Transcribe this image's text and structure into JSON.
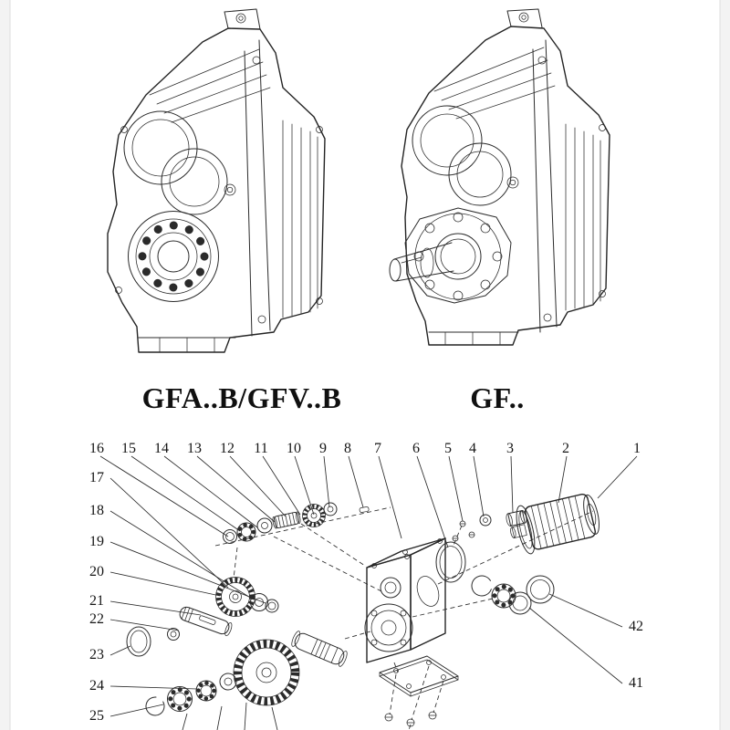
{
  "page": {
    "background": "#ffffff",
    "line_color": "#2b2b2b"
  },
  "models": {
    "left_label": "GFA..B/GFV..B",
    "right_label": "GF.."
  },
  "exploded_view": {
    "callouts_top": [
      "16",
      "15",
      "14",
      "13",
      "12",
      "11",
      "10",
      "9",
      "8",
      "7",
      "6",
      "5",
      "4",
      "3",
      "2",
      "1"
    ],
    "callouts_left": [
      "17",
      "18",
      "19",
      "20",
      "21",
      "22",
      "23",
      "24",
      "25"
    ],
    "callouts_right": [
      "42",
      "41"
    ]
  }
}
